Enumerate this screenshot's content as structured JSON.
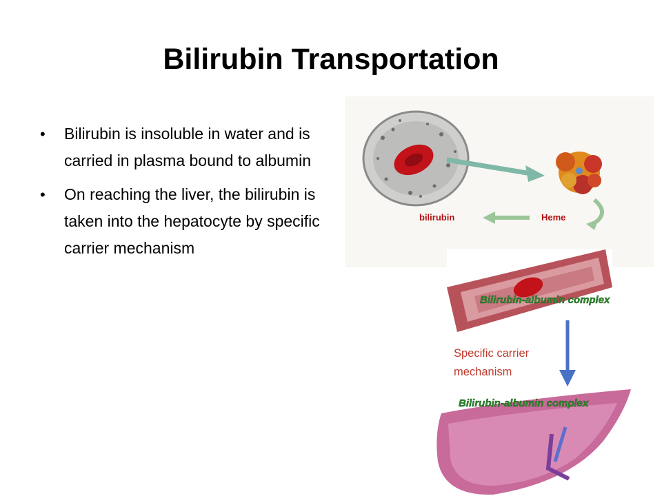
{
  "slide": {
    "title": "Bilirubin Transportation",
    "bullets": [
      "Bilirubin is insoluble in water and is carried in plasma bound to albumin",
      "On reaching the liver, the bilirubin is taken into the hepatocyte by specific carrier mechanism"
    ],
    "caption": "Specific carrier mechanism"
  },
  "figure_top": {
    "label_bilirubin": "bilirubin",
    "label_heme": "Heme"
  },
  "figure_vessel": {
    "label": "Bilirubin-albumin complex"
  },
  "figure_liver": {
    "label": "Bilirubin-albumin complex"
  },
  "colors": {
    "accent_arrow": "#4a72c4",
    "caption": "#c0392b",
    "green_label": "#2e8b2e"
  }
}
